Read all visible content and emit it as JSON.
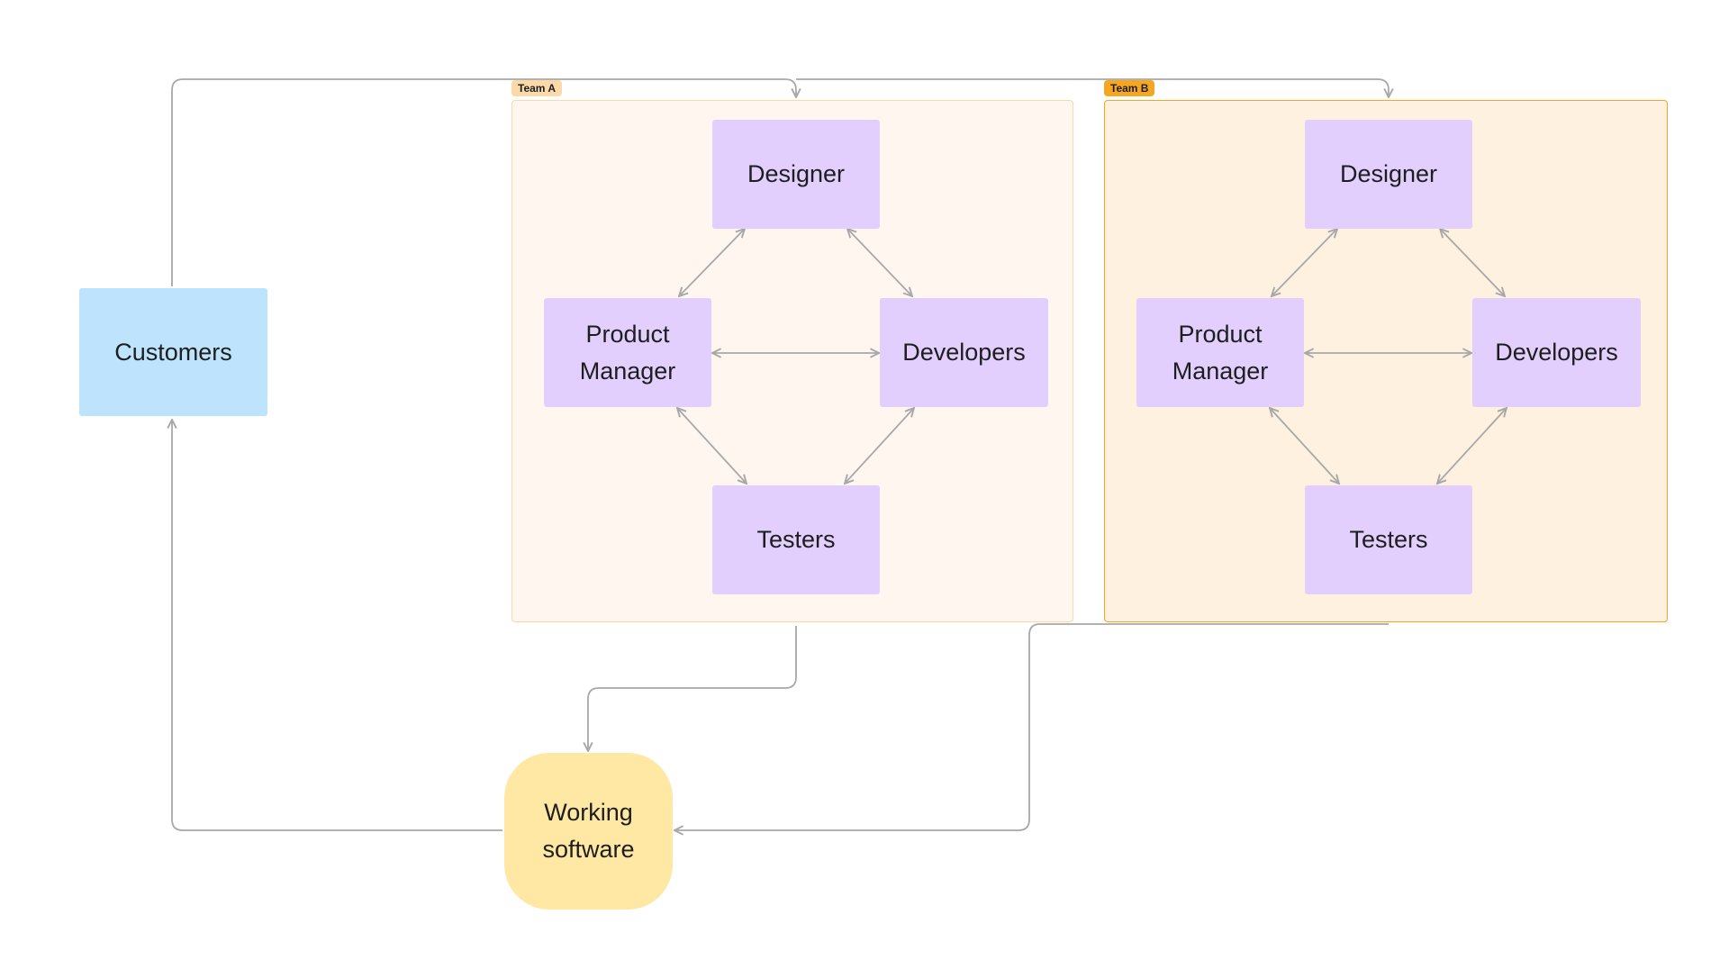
{
  "sections": [
    {
      "id": "team-a",
      "label": "Team A"
    },
    {
      "id": "team-b",
      "label": "Team B"
    }
  ],
  "teams": {
    "team_a": {
      "designer": "Designer",
      "product_manager": "Product\nManager",
      "developers": "Developers",
      "testers": "Testers"
    },
    "team_b": {
      "designer": "Designer",
      "product_manager": "Product\nManager",
      "developers": "Developers",
      "testers": "Testers"
    }
  },
  "customers": "Customers",
  "working_software": "Working\nsoftware",
  "colors": {
    "role_fill": "#e2cffd",
    "customers_fill": "#bde3fd",
    "software_fill": "#ffe8a3",
    "team_a_fill": "#fff7ef",
    "team_a_border": "#fbd9a8",
    "team_b_fill": "#fff1df",
    "team_b_border": "#f5a623",
    "connector": "#a8a8a8"
  }
}
